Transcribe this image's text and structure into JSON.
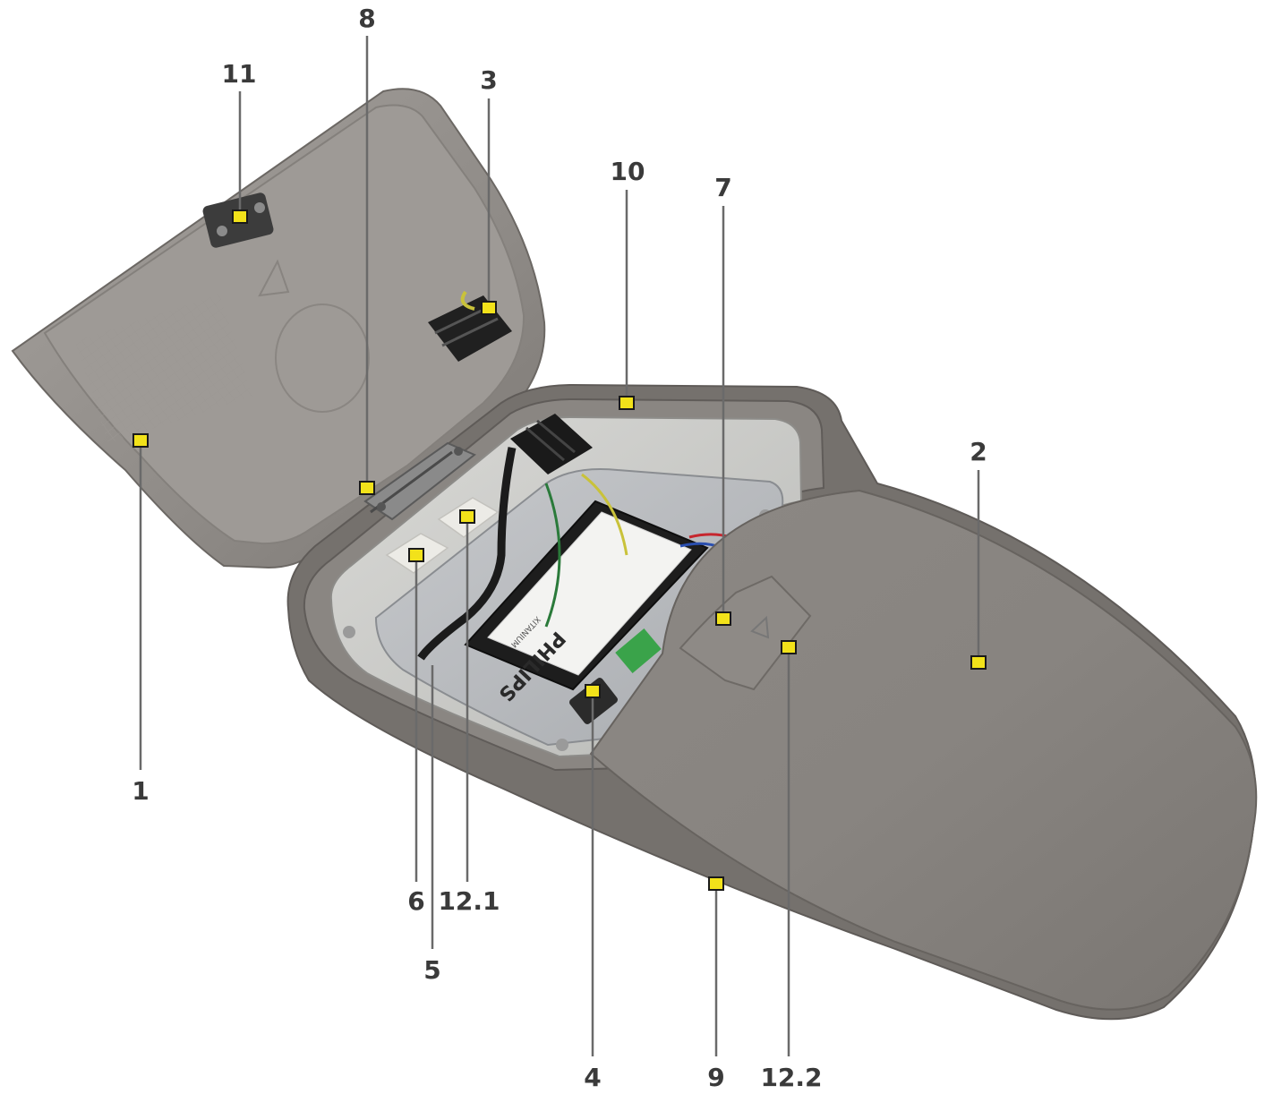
{
  "product": {
    "brand_text": "PHILIPS",
    "driver_series_text": "XITANIUM"
  },
  "colors": {
    "housing": "#8f8a86",
    "housing_dark": "#6f6b68",
    "housing_light": "#aaa6a2",
    "marker_fill": "#f2e21a",
    "label_text": "#3a3a3a",
    "leader_line": "#6a6a6a"
  },
  "callouts": [
    {
      "id": "1",
      "label": "1"
    },
    {
      "id": "2",
      "label": "2"
    },
    {
      "id": "3",
      "label": "3"
    },
    {
      "id": "4",
      "label": "4"
    },
    {
      "id": "5",
      "label": "5"
    },
    {
      "id": "6",
      "label": "6"
    },
    {
      "id": "7",
      "label": "7"
    },
    {
      "id": "8",
      "label": "8"
    },
    {
      "id": "9",
      "label": "9"
    },
    {
      "id": "10",
      "label": "10"
    },
    {
      "id": "11",
      "label": "11"
    },
    {
      "id": "12.1",
      "label": "12.1"
    },
    {
      "id": "12.2",
      "label": "12.2"
    }
  ]
}
